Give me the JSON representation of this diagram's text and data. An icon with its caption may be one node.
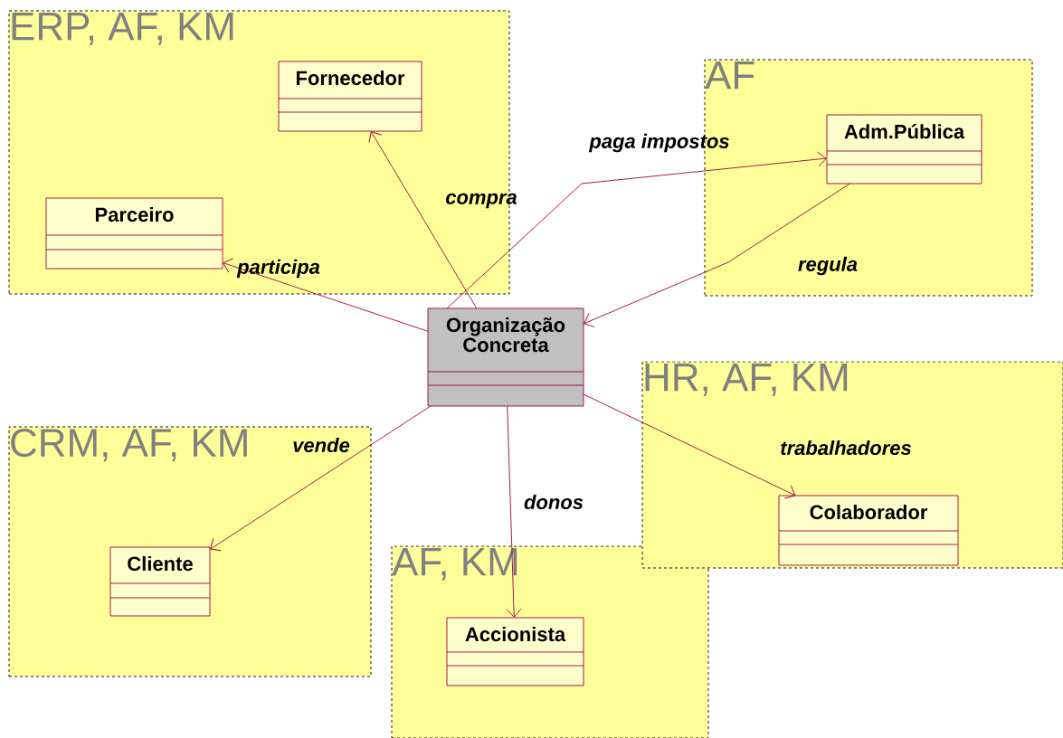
{
  "diagram": {
    "nodes": [
      {
        "text": [
          "ERP, AF, KM"
        ]
      },
      {
        "text": [
          "Fornecedor"
        ],
        "in": 0
      },
      {
        "text": [
          "Parceiro"
        ],
        "in": 0
      },
      {
        "text": [
          "AF"
        ]
      },
      {
        "text": [
          "Adm.Pública"
        ],
        "in": 3
      },
      {
        "text": [
          "Organização Concreta"
        ]
      },
      {
        "text": [
          "HR, AF, KM"
        ]
      },
      {
        "text": [
          "Colaborador"
        ],
        "in": 6
      },
      {
        "text": [
          "CRM, AF, KM"
        ]
      },
      {
        "text": [
          "Cliente"
        ],
        "in": 8
      },
      {
        "text": [
          "AF, KM"
        ]
      },
      {
        "text": [
          "Accionista"
        ],
        "in": 10
      }
    ],
    "edges": [
      {
        "from": 5,
        "to": 1,
        "arrow": "to",
        "label": "compra"
      },
      {
        "from": 5,
        "to": 2,
        "arrow": "to",
        "label": "participa"
      },
      {
        "from": 5,
        "to": 4,
        "arrow": "to",
        "label": "paga impostos"
      },
      {
        "from": 4,
        "to": 5,
        "arrow": "to",
        "label": "regula"
      },
      {
        "from": 5,
        "to": 9,
        "arrow": "to",
        "label": "vende"
      },
      {
        "from": 5,
        "to": 11,
        "arrow": "to",
        "label": "donos"
      },
      {
        "from": 5,
        "to": 7,
        "arrow": "to",
        "label": "trabalhadores"
      }
    ]
  }
}
